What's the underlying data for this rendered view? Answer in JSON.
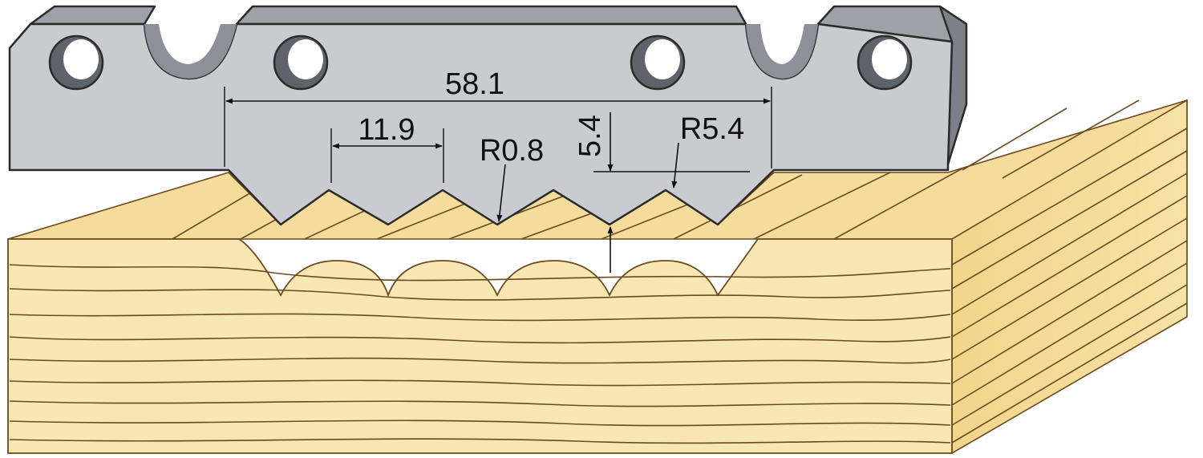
{
  "dimensions": {
    "overall_width": "58.1",
    "pitch": "11.9",
    "tip_radius": "R0.8",
    "profile_depth": "5.4",
    "profile_radius": "R5.4"
  },
  "colors": {
    "knife_face": "#c9cbd0",
    "knife_top": "#9ea1a8",
    "knife_dark": "#6e7178",
    "wood_face": "#f7e2ac",
    "wood_top": "#f3d690",
    "wood_grain": "#6b4a1f",
    "line": "#111111"
  },
  "icons": [
    "mounting-hole-icon",
    "arrowhead-icon"
  ]
}
